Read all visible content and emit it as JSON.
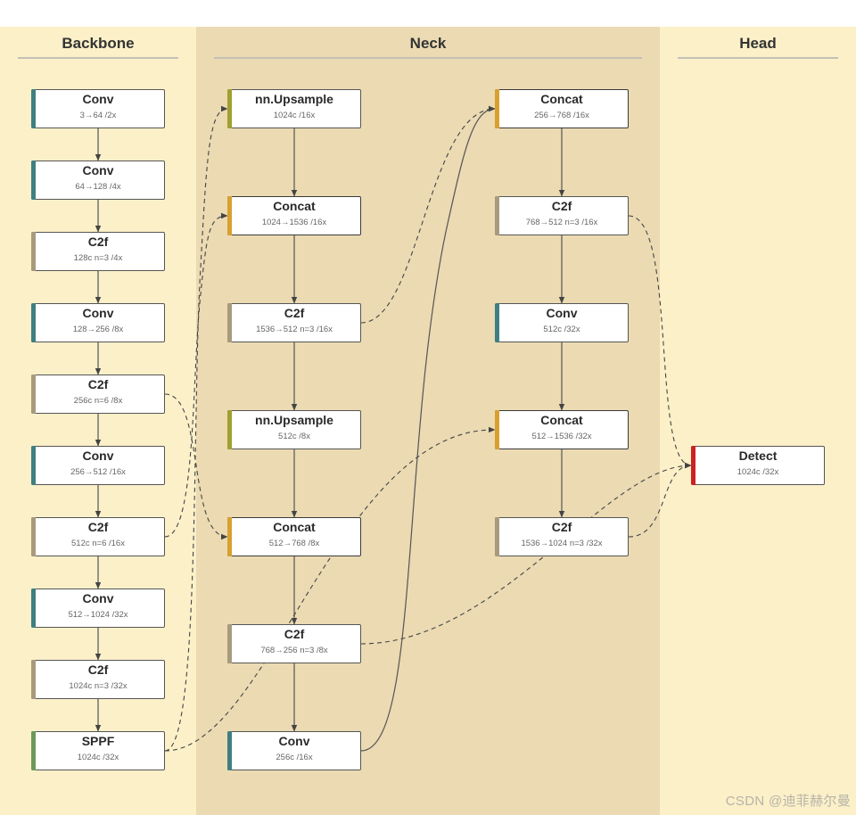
{
  "sections": {
    "backbone": "Backbone",
    "neck": "Neck",
    "head": "Head"
  },
  "colors": {
    "conv": "#3f7f80",
    "c2f": "#a89a7c",
    "upsample": "#a0a030",
    "concat": "#d9a030",
    "sppf": "#6a9a58",
    "detect": "#cc2222"
  },
  "nodes": [
    {
      "id": "b1",
      "type": "conv",
      "label": "Conv",
      "sub": "3→64 /2x"
    },
    {
      "id": "b2",
      "type": "conv",
      "label": "Conv",
      "sub": "64→128 /4x"
    },
    {
      "id": "b3",
      "type": "c2f",
      "label": "C2f",
      "sub": "128c n=3 /4x"
    },
    {
      "id": "b4",
      "type": "conv",
      "label": "Conv",
      "sub": "128→256 /8x"
    },
    {
      "id": "b5",
      "type": "c2f",
      "label": "C2f",
      "sub": "256c n=6 /8x"
    },
    {
      "id": "b6",
      "type": "conv",
      "label": "Conv",
      "sub": "256→512 /16x"
    },
    {
      "id": "b7",
      "type": "c2f",
      "label": "C2f",
      "sub": "512c n=6 /16x"
    },
    {
      "id": "b8",
      "type": "conv",
      "label": "Conv",
      "sub": "512→1024 /32x"
    },
    {
      "id": "b9",
      "type": "c2f",
      "label": "C2f",
      "sub": "1024c n=3 /32x"
    },
    {
      "id": "b10",
      "type": "sppf",
      "label": "SPPF",
      "sub": "1024c /32x"
    },
    {
      "id": "n1",
      "type": "upsample",
      "label": "nn.Upsample",
      "sub": "1024c /16x"
    },
    {
      "id": "n2",
      "type": "concat",
      "label": "Concat",
      "sub": "1024→1536 /16x"
    },
    {
      "id": "n3",
      "type": "c2f",
      "label": "C2f",
      "sub": "1536→512 n=3 /16x"
    },
    {
      "id": "n4",
      "type": "upsample",
      "label": "nn.Upsample",
      "sub": "512c /8x"
    },
    {
      "id": "n5",
      "type": "concat",
      "label": "Concat",
      "sub": "512→768 /8x"
    },
    {
      "id": "n6",
      "type": "c2f",
      "label": "C2f",
      "sub": "768→256 n=3 /8x"
    },
    {
      "id": "n7",
      "type": "conv",
      "label": "Conv",
      "sub": "256c /16x"
    },
    {
      "id": "m1",
      "type": "concat",
      "label": "Concat",
      "sub": "256→768 /16x"
    },
    {
      "id": "m2",
      "type": "c2f",
      "label": "C2f",
      "sub": "768→512 n=3 /16x"
    },
    {
      "id": "m3",
      "type": "conv",
      "label": "Conv",
      "sub": "512c /32x"
    },
    {
      "id": "m4",
      "type": "concat",
      "label": "Concat",
      "sub": "512→1536 /32x"
    },
    {
      "id": "m5",
      "type": "c2f",
      "label": "C2f",
      "sub": "1536→1024 n=3 /32x"
    },
    {
      "id": "h1",
      "type": "detect",
      "label": "Detect",
      "sub": "1024c /32x"
    }
  ],
  "watermark": "CSDN @迪菲赫尔曼"
}
